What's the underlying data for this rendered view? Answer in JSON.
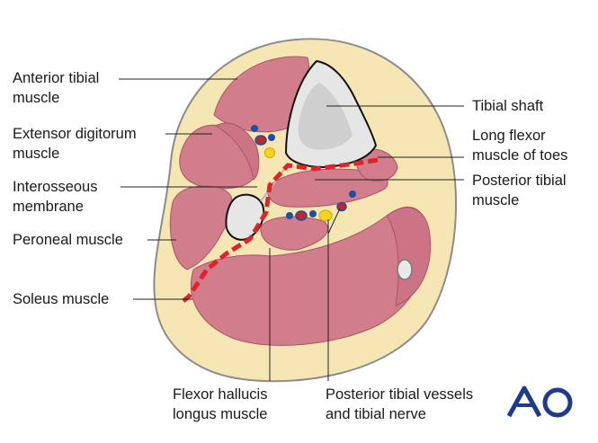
{
  "labels": {
    "anterior_tibial": [
      "Anterior tibial",
      "muscle"
    ],
    "extensor_digitorum": [
      "Extensor digitorum",
      "muscle"
    ],
    "interosseous": [
      "Interosseous",
      "membrane"
    ],
    "peroneal": [
      "Peroneal muscle"
    ],
    "soleus": [
      "Soleus muscle"
    ],
    "tibial_shaft": [
      "Tibial shaft"
    ],
    "long_flexor": [
      "Long flexor",
      "muscle of toes"
    ],
    "posterior_tibial": [
      "Posterior tibial",
      "muscle"
    ],
    "flexor_hallucis": [
      "Flexor hallucis",
      "longus muscle"
    ],
    "posterior_vessels": [
      "Posterior tibial vessels",
      "and tibial nerve"
    ]
  },
  "logo": {
    "text": "AO",
    "color": "#1d3a8f"
  },
  "colors": {
    "skin": "#f6e6b4",
    "muscle": "#d27d8c",
    "bone": "#dcdcdc",
    "fascia": "#f6e6b4",
    "incision": "#e0232b",
    "artery": "#c0272d",
    "vein": "#1e4fa0",
    "nerve": "#f7d31a"
  }
}
